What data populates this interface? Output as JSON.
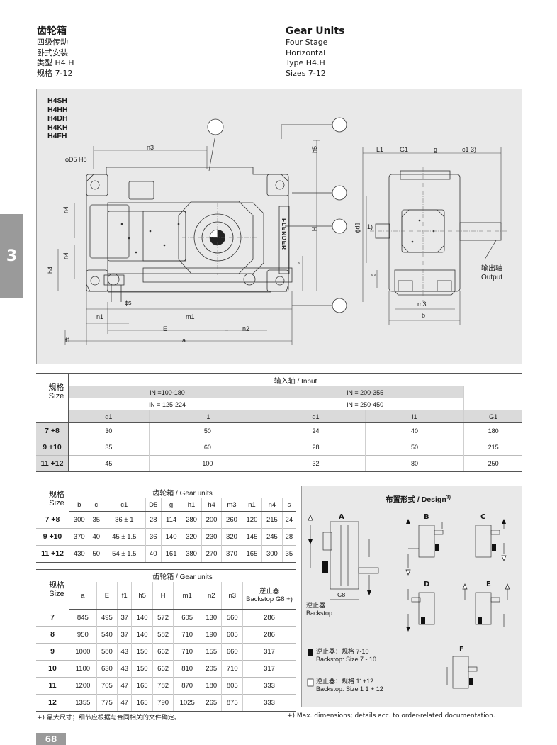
{
  "header": {
    "cn_title": "齿轮箱",
    "cn_lines": [
      "四级传动",
      "卧式安装",
      "类型 H4.H",
      "规格 7-12"
    ],
    "en_title": "Gear Units",
    "en_lines": [
      "Four Stage",
      "Horizontal",
      "Type H4.H",
      "Sizes 7-12"
    ]
  },
  "chapter_tab": "3",
  "drawing": {
    "models": [
      "H4SH",
      "H4HH",
      "H4DH",
      "H4KH",
      "H4FH"
    ],
    "labels": {
      "d5": "ϕD5 H8",
      "n3": "n3",
      "h5": "h5",
      "n4a": "n4",
      "n4b": "n4",
      "h4": "h4",
      "H": "H",
      "h": "h",
      "s": "ϕs",
      "n1": "n1",
      "m1": "m1",
      "E": "E",
      "n2": "n2",
      "f1": "f1",
      "a": "a",
      "L1": "L1",
      "G1": "G1",
      "g": "g",
      "c1": "c1 3)",
      "d1": "ϕd1",
      "d1note": "1)",
      "c": "c",
      "m3": "m3",
      "b": "b",
      "brand": "FLENDER"
    },
    "output_cn": "输出轴",
    "output_en": "Output"
  },
  "input_table": {
    "title": "输入轴 / Input",
    "size_cn": "规格",
    "size_en": "Size",
    "ratio_a1": "iN =100-180",
    "ratio_a2": "iN = 125-224",
    "ratio_b1": "iN = 200-355",
    "ratio_b2": "iN = 250-450",
    "cols": [
      "d1",
      "l1",
      "d1",
      "l1",
      "G1"
    ],
    "rows": [
      {
        "size": "7 +8",
        "vals": [
          "30",
          "50",
          "24",
          "40",
          "180"
        ]
      },
      {
        "size": "9 +10",
        "vals": [
          "35",
          "60",
          "28",
          "50",
          "215"
        ]
      },
      {
        "size": "11 +12",
        "vals": [
          "45",
          "100",
          "32",
          "80",
          "250"
        ]
      }
    ]
  },
  "gear_table_1": {
    "title": "齿轮箱 / Gear units",
    "size_cn": "规格",
    "size_en": "Size",
    "cols": [
      "b",
      "c",
      "c1",
      "D5",
      "g",
      "h1",
      "h4",
      "m3",
      "n1",
      "n4",
      "s"
    ],
    "rows": [
      {
        "size": "7 +8",
        "vals": [
          "300",
          "35",
          "36 ± 1",
          "28",
          "114",
          "280",
          "200",
          "260",
          "120",
          "215",
          "24"
        ]
      },
      {
        "size": "9 +10",
        "vals": [
          "370",
          "40",
          "45 ± 1.5",
          "36",
          "140",
          "320",
          "230",
          "320",
          "145",
          "245",
          "28"
        ]
      },
      {
        "size": "11 +12",
        "vals": [
          "430",
          "50",
          "54 ± 1.5",
          "40",
          "161",
          "380",
          "270",
          "370",
          "165",
          "300",
          "35"
        ]
      }
    ]
  },
  "gear_table_2": {
    "title": "齿轮箱 / Gear units",
    "size_cn": "规格",
    "size_en": "Size",
    "cols": [
      "a",
      "E",
      "f1",
      "h5",
      "H",
      "m1",
      "n2",
      "n3"
    ],
    "backstop_cn": "逆止器",
    "backstop_en": "Backstop G8 +)",
    "rows": [
      {
        "size": "7",
        "vals": [
          "845",
          "495",
          "37",
          "140",
          "572",
          "605",
          "130",
          "560",
          "286"
        ]
      },
      {
        "size": "8",
        "vals": [
          "950",
          "540",
          "37",
          "140",
          "582",
          "710",
          "190",
          "605",
          "286"
        ]
      },
      {
        "size": "9",
        "vals": [
          "1000",
          "580",
          "43",
          "150",
          "662",
          "710",
          "155",
          "660",
          "317"
        ]
      },
      {
        "size": "10",
        "vals": [
          "1100",
          "630",
          "43",
          "150",
          "662",
          "810",
          "205",
          "710",
          "317"
        ]
      },
      {
        "size": "11",
        "vals": [
          "1200",
          "705",
          "47",
          "165",
          "782",
          "870",
          "180",
          "805",
          "333"
        ]
      },
      {
        "size": "12",
        "vals": [
          "1355",
          "775",
          "47",
          "165",
          "790",
          "1025",
          "265",
          "875",
          "333"
        ]
      }
    ]
  },
  "design_panel": {
    "title": "布置形式  / Design",
    "title_sup": "3)",
    "labels": [
      "A",
      "B",
      "C",
      "D",
      "E",
      "F"
    ],
    "g8": "G8",
    "backstop_cn": "逆止器",
    "backstop_en": "Backstop",
    "legend_1_cn": "逆止器：规格 7-10",
    "legend_1_en": "Backstop: Size  7 - 10",
    "legend_2_cn": "逆止器：规格 11+12",
    "legend_2_en": "Backstop: Size  1 1 + 12"
  },
  "footnote_cn": "+) 最大尺寸；细节应根据与合同相关的文件确定。",
  "footnote_en": "+) Max. dimensions; details acc. to order-related documentation.",
  "page_number": "68"
}
